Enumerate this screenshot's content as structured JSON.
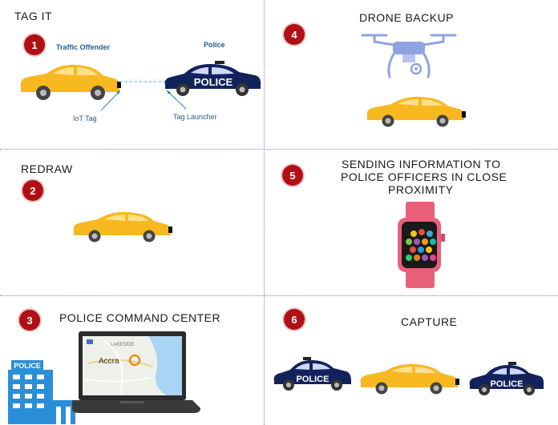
{
  "panels": {
    "tag_it": {
      "number": "1",
      "title": "TAG IT",
      "offender_label": "Traffic Offender",
      "police_label": "Police",
      "iot_tag_label": "IoT Tag",
      "launcher_label": "Tag Launcher",
      "car_text": "POLICE"
    },
    "redraw": {
      "number": "2",
      "title": "REDRAW"
    },
    "command": {
      "number": "3",
      "title": "POLICE COMMAND CENTER",
      "building_sign": "POLICE",
      "map_city": "Accra",
      "map_small_label": "LAKESIDE"
    },
    "drone": {
      "number": "4",
      "title": "DRONE BACKUP"
    },
    "sending": {
      "number": "5",
      "title_line1": "SENDING INFORMATION TO",
      "title_line2": "POLICE OFFICERS IN CLOSE",
      "title_line3": "PROXIMITY"
    },
    "capture": {
      "number": "6",
      "title": "CAPTURE",
      "car_text_left": "POLICE",
      "car_text_right": "POLICE"
    }
  },
  "colors": {
    "badge": "#b01015",
    "car_yellow": "#f8b820",
    "police_navy": "#12235c",
    "drone": "#8fa3e0",
    "watch_band": "#e8607a",
    "divider": "#8a7fc9"
  },
  "icons": [
    "car-icon",
    "police-car-icon",
    "drone-icon",
    "smartwatch-icon",
    "laptop-icon",
    "police-building-icon",
    "map-pin-icon"
  ]
}
